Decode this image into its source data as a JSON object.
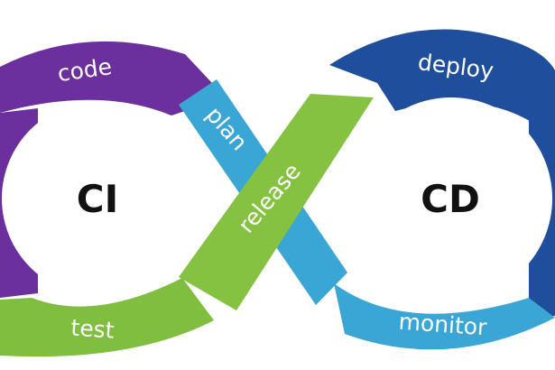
{
  "diagram": {
    "segments": {
      "code": "code",
      "test": "test",
      "plan": "plan",
      "release": "release",
      "deploy": "deploy",
      "monitor": "monitor"
    },
    "centers": {
      "left": "CI",
      "right": "CD"
    },
    "colors": {
      "code": "#6b2f9e",
      "test": "#7fbe3e",
      "plan": "#3aa6d5",
      "release": "#86c241",
      "deploy": "#1f4f9c",
      "monitor": "#3aa6d5",
      "background": "#ffffff",
      "center_text": "#111111"
    }
  }
}
